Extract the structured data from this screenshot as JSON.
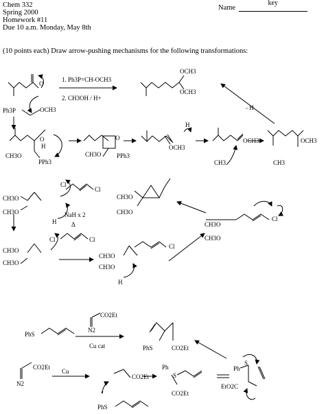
{
  "header": {
    "course": "Chem 332",
    "term": "Spring 2000",
    "homework": "Homework #11",
    "due": "Due 10 a.m. Monday, May 8th",
    "name_label": "Name",
    "name_value": "key"
  },
  "instructions": "(10 points each) Draw arrow-pushing mechanisms for the following transformations:",
  "problem1": {
    "step1": "1. Ph3P=CH-OCH3",
    "step2": "2. CH3OH / H+",
    "ylide_ph3p": "Ph3P",
    "ylide_och3": "OCH3",
    "ph3": "PPh3",
    "och3_a": "OCH3",
    "och3_b": "OCH3",
    "ch3o": "CH3O",
    "ch3o_h": "CH3",
    "h_plus": "- H",
    "o": "O",
    "h": "H"
  },
  "problem2": {
    "nah": "NaH x 2",
    "delta": "Δ",
    "h": "H",
    "cl": "Cl",
    "ch3o": "CH3O"
  },
  "problem3": {
    "phs": "PhS",
    "co2et": "CO2Et",
    "n2": "N2",
    "cu_cat": "Cu cat",
    "cu": "Cu",
    "ph": "Ph",
    "s": "S",
    "eto2c": "EtO2C"
  }
}
